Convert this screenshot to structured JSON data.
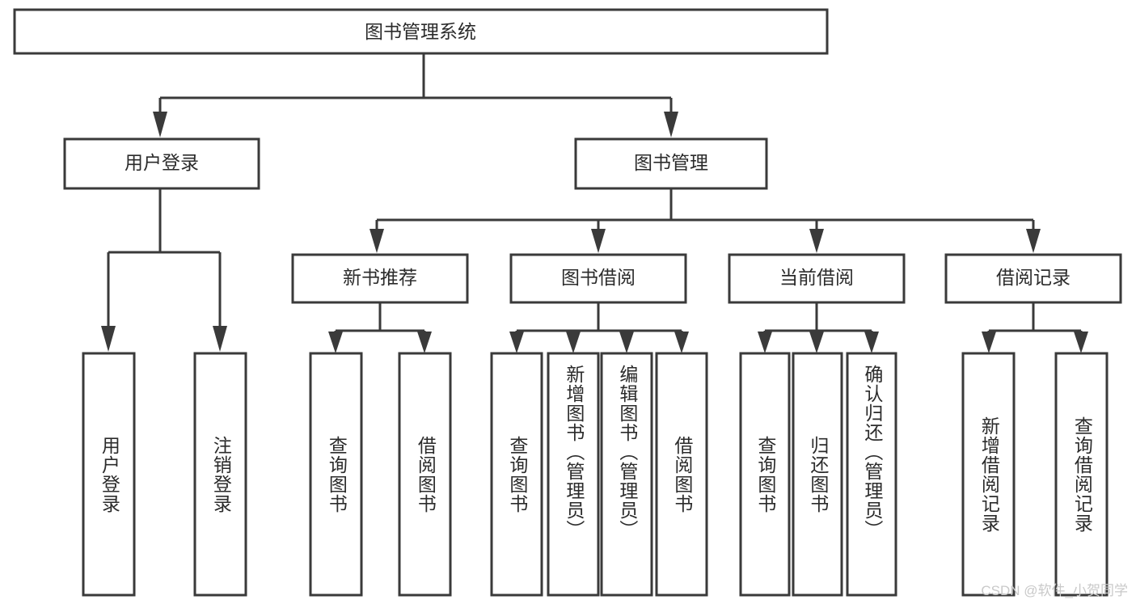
{
  "diagram": {
    "type": "tree-hierarchy-chart",
    "title": "图书管理系统",
    "stroke_color": "#3a3a3a",
    "box_fill": "#ffffff",
    "text_color": "#2b2b2b",
    "root": {
      "id": "root",
      "label": "图书管理系统"
    },
    "level2": [
      {
        "id": "user-login",
        "label": "用户登录"
      },
      {
        "id": "book-management",
        "label": "图书管理"
      }
    ],
    "level3": [
      {
        "id": "new-book-recommend",
        "label": "新书推荐",
        "parent": "book-management"
      },
      {
        "id": "book-borrow",
        "label": "图书借阅",
        "parent": "book-management"
      },
      {
        "id": "current-borrow",
        "label": "当前借阅",
        "parent": "book-management"
      },
      {
        "id": "borrow-record",
        "label": "借阅记录",
        "parent": "book-management"
      }
    ],
    "leaves": [
      {
        "id": "leaf-user-login",
        "label": "用户登录",
        "parent": "user-login"
      },
      {
        "id": "leaf-logout",
        "label": "注销登录",
        "parent": "user-login"
      },
      {
        "id": "leaf-query-book-1",
        "label": "查询图书",
        "parent": "new-book-recommend"
      },
      {
        "id": "leaf-borrow-book-1",
        "label": "借阅图书",
        "parent": "new-book-recommend"
      },
      {
        "id": "leaf-query-book-2",
        "label": "查询图书",
        "parent": "book-borrow"
      },
      {
        "id": "leaf-add-book",
        "label": "新增图书（管理员）",
        "parent": "book-borrow"
      },
      {
        "id": "leaf-edit-book",
        "label": "编辑图书（管理员）",
        "parent": "book-borrow"
      },
      {
        "id": "leaf-borrow-book-2",
        "label": "借阅图书",
        "parent": "book-borrow"
      },
      {
        "id": "leaf-query-book-3",
        "label": "查询图书",
        "parent": "current-borrow"
      },
      {
        "id": "leaf-return-book",
        "label": "归还图书",
        "parent": "current-borrow"
      },
      {
        "id": "leaf-confirm-return",
        "label": "确认归还（管理员）",
        "parent": "current-borrow"
      },
      {
        "id": "leaf-add-record",
        "label": "新增借阅记录",
        "parent": "borrow-record"
      },
      {
        "id": "leaf-query-record",
        "label": "查询借阅记录",
        "parent": "borrow-record"
      }
    ]
  },
  "watermark": {
    "text": "CSDN @软件_小贺同学"
  }
}
